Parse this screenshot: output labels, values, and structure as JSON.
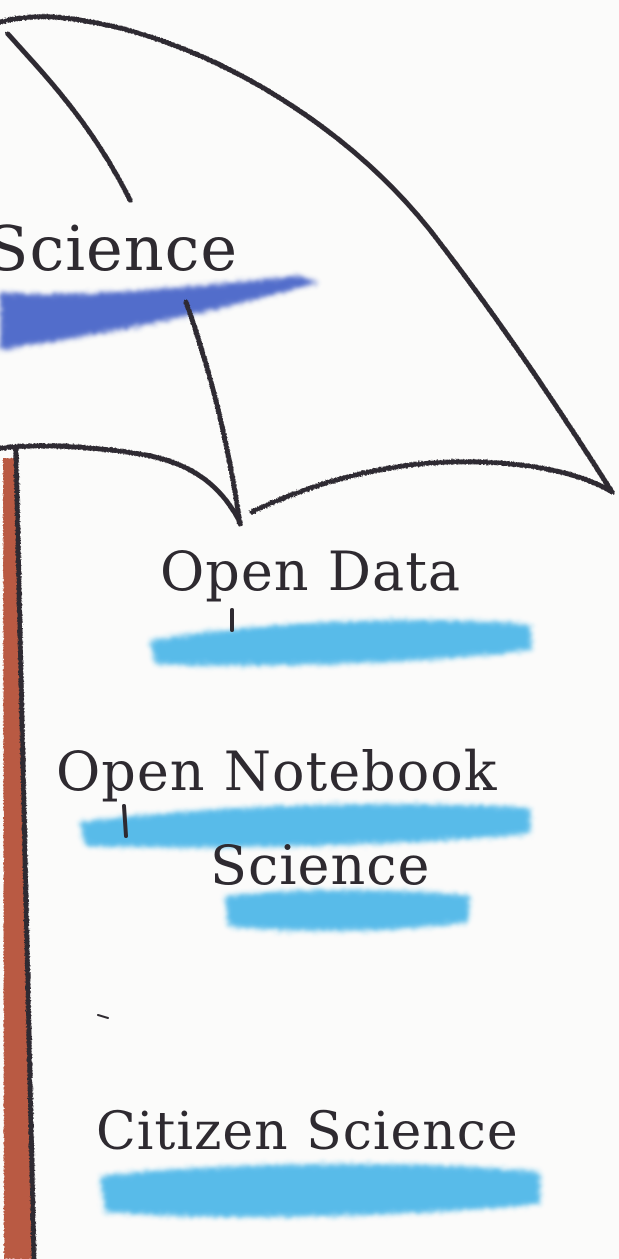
{
  "colors": {
    "ink": "#2e2a30",
    "umbrella_band": "#3554c3",
    "item_band": "#24a6e4",
    "handle": "#b5513a",
    "paper": "#fbfbfa"
  },
  "umbrella": {
    "label": "Science"
  },
  "items": [
    {
      "label": "Open Data"
    },
    {
      "label_line1": "Open Notebook",
      "label_line2": "Science"
    },
    {
      "label": "Citizen Science"
    }
  ]
}
